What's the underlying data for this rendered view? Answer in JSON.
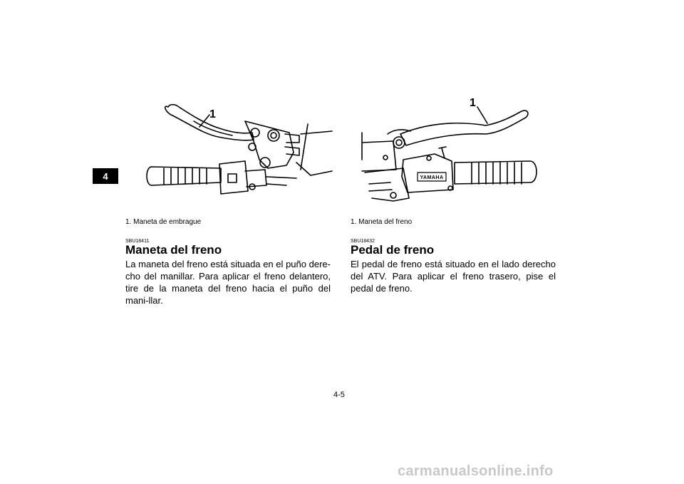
{
  "chapter_tab": "4",
  "left": {
    "callout": "1",
    "caption": "1.  Maneta de embrague",
    "code": "SBU18411",
    "heading": "Maneta del freno",
    "body": "La maneta del freno está situada en el puño dere-cho del manillar. Para aplicar el freno delantero, tire de la maneta del freno hacia el puño del mani-llar."
  },
  "right": {
    "callout": "1",
    "caption": "1.  Maneta del freno",
    "emblem": "YAMAHA",
    "code": "SBU18432",
    "heading": "Pedal de freno",
    "body": "El pedal de freno está situado en el lado derecho del ATV. Para aplicar el freno trasero, pise el pedal de freno."
  },
  "page_number": "4-5",
  "watermark": "carmanualsonline.info"
}
